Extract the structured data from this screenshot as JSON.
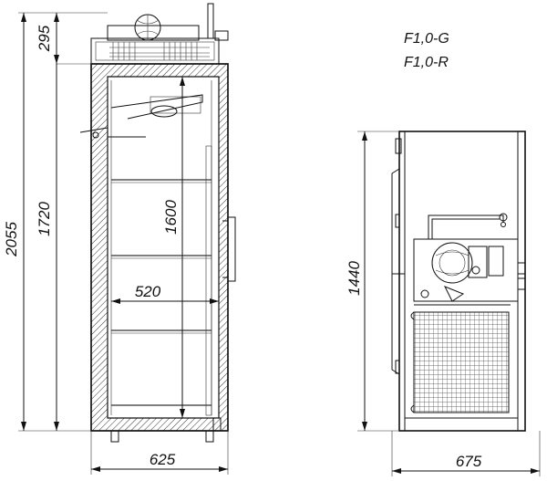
{
  "models": [
    "F1,0-G",
    "F1,0-R"
  ],
  "front_view": {
    "height_total": "2055",
    "height_body": "1720",
    "height_top_unit": "295",
    "height_inner": "1600",
    "width_inner": "520",
    "width_total": "625"
  },
  "side_view": {
    "height": "1440",
    "depth": "675"
  },
  "colors": {
    "line": "#111111",
    "hatch": "#333333",
    "background": "#ffffff"
  }
}
